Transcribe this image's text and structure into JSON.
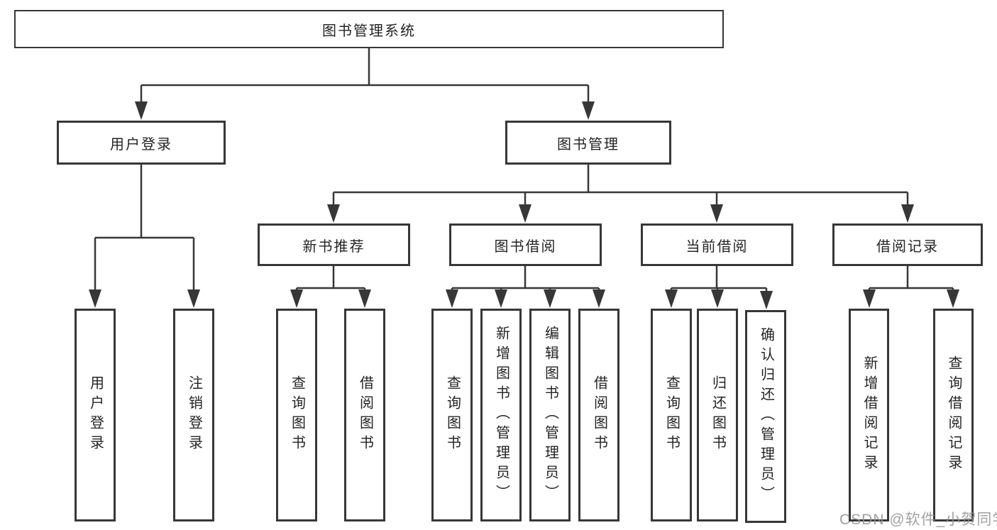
{
  "tree": {
    "label": "图书管理系统",
    "children": [
      {
        "label": "用户登录",
        "children": [
          {
            "label": "用户登录"
          },
          {
            "label": "注销登录"
          }
        ]
      },
      {
        "label": "图书管理",
        "children": [
          {
            "label": "新书推荐",
            "children": [
              {
                "label": "查询图书"
              },
              {
                "label": "借阅图书"
              }
            ]
          },
          {
            "label": "图书借阅",
            "children": [
              {
                "label": "查询图书"
              },
              {
                "label": "新增图书（管理员）"
              },
              {
                "label": "编辑图书（管理员）"
              },
              {
                "label": "借阅图书"
              }
            ]
          },
          {
            "label": "当前借阅",
            "children": [
              {
                "label": "查询图书"
              },
              {
                "label": "归还图书"
              },
              {
                "label": "确认归还（管理员）"
              }
            ]
          },
          {
            "label": "借阅记录",
            "children": [
              {
                "label": "新增借阅记录"
              },
              {
                "label": "查询借阅记录"
              }
            ]
          }
        ]
      }
    ]
  },
  "watermark": {
    "text": "CSDN @软件_小贺同学"
  },
  "colors": {
    "line": "#373737",
    "box_border": "#373737",
    "text": "#242424",
    "watermark": "#919191",
    "background": "#ffffff"
  }
}
